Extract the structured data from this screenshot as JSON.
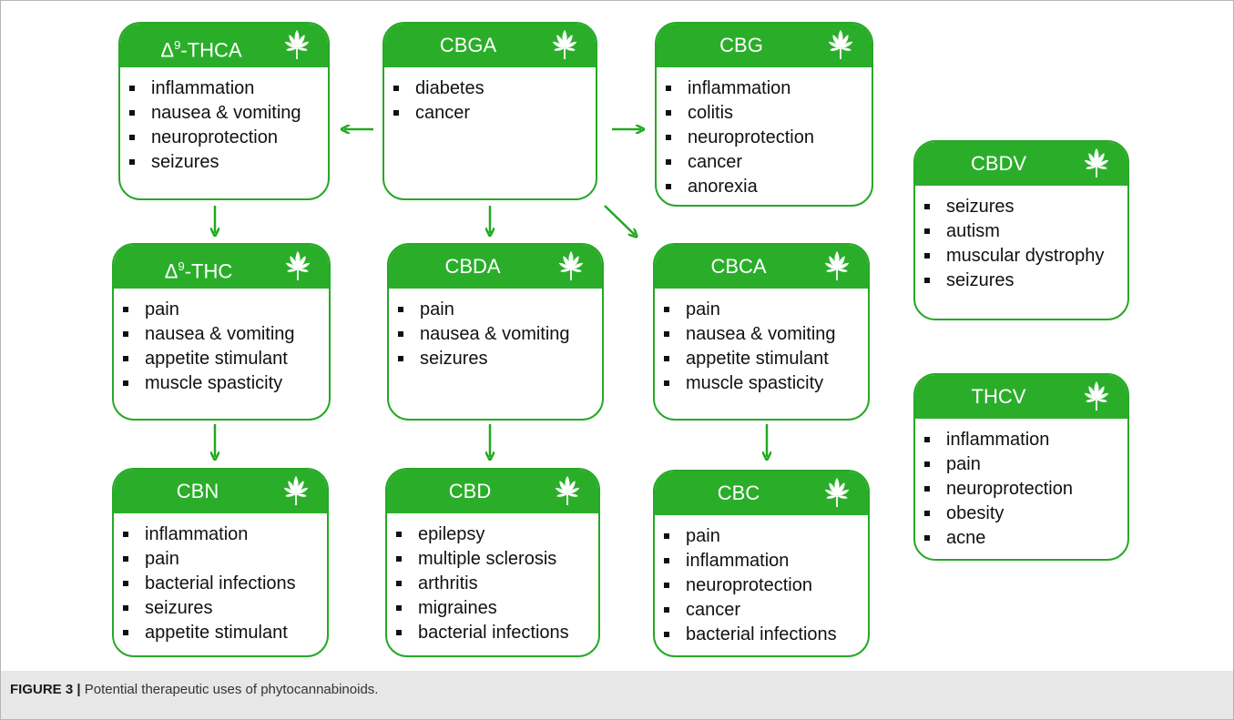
{
  "cards": {
    "thca": {
      "title": "Δ",
      "title_sup": "9",
      "title_rest": "-THCA",
      "items": [
        "inflammation",
        "nausea & vomiting",
        "neuroprotection",
        "seizures"
      ]
    },
    "cbga": {
      "title": "CBGA",
      "items": [
        "diabetes",
        "cancer"
      ]
    },
    "cbg": {
      "title": "CBG",
      "items": [
        "inflammation",
        "colitis",
        "neuroprotection",
        "cancer",
        "anorexia"
      ]
    },
    "cbdv": {
      "title": "CBDV",
      "items": [
        "seizures",
        "autism",
        "muscular dystrophy",
        "seizures"
      ]
    },
    "thc": {
      "title": "Δ",
      "title_sup": "9",
      "title_rest": "-THC",
      "items": [
        "pain",
        "nausea & vomiting",
        "appetite stimulant",
        "muscle spasticity"
      ]
    },
    "cbda": {
      "title": "CBDA",
      "items": [
        "pain",
        "nausea & vomiting",
        "seizures"
      ]
    },
    "cbca": {
      "title": "CBCA",
      "items": [
        "pain",
        "nausea & vomiting",
        "appetite stimulant",
        "muscle spasticity"
      ]
    },
    "thcv": {
      "title": "THCV",
      "items": [
        "inflammation",
        "pain",
        "neuroprotection",
        "obesity",
        "acne"
      ]
    },
    "cbn": {
      "title": "CBN",
      "items": [
        "inflammation",
        "pain",
        "bacterial infections",
        "seizures",
        "appetite stimulant"
      ]
    },
    "cbd": {
      "title": "CBD",
      "items": [
        "epilepsy",
        "multiple sclerosis",
        "arthritis",
        "migraines",
        "bacterial infections"
      ]
    },
    "cbc": {
      "title": "CBC",
      "items": [
        "pain",
        "inflammation",
        "neuroprotection",
        "cancer",
        "bacterial infections"
      ]
    }
  },
  "icon": "cannabis-leaf-icon",
  "colors": {
    "header_green": "#2aae2a",
    "border_green": "#27a827",
    "arrow_green": "#22a822"
  },
  "caption": {
    "label": "FIGURE 3",
    "separator": "|",
    "text": "Potential therapeutic uses of phytocannabinoids."
  }
}
